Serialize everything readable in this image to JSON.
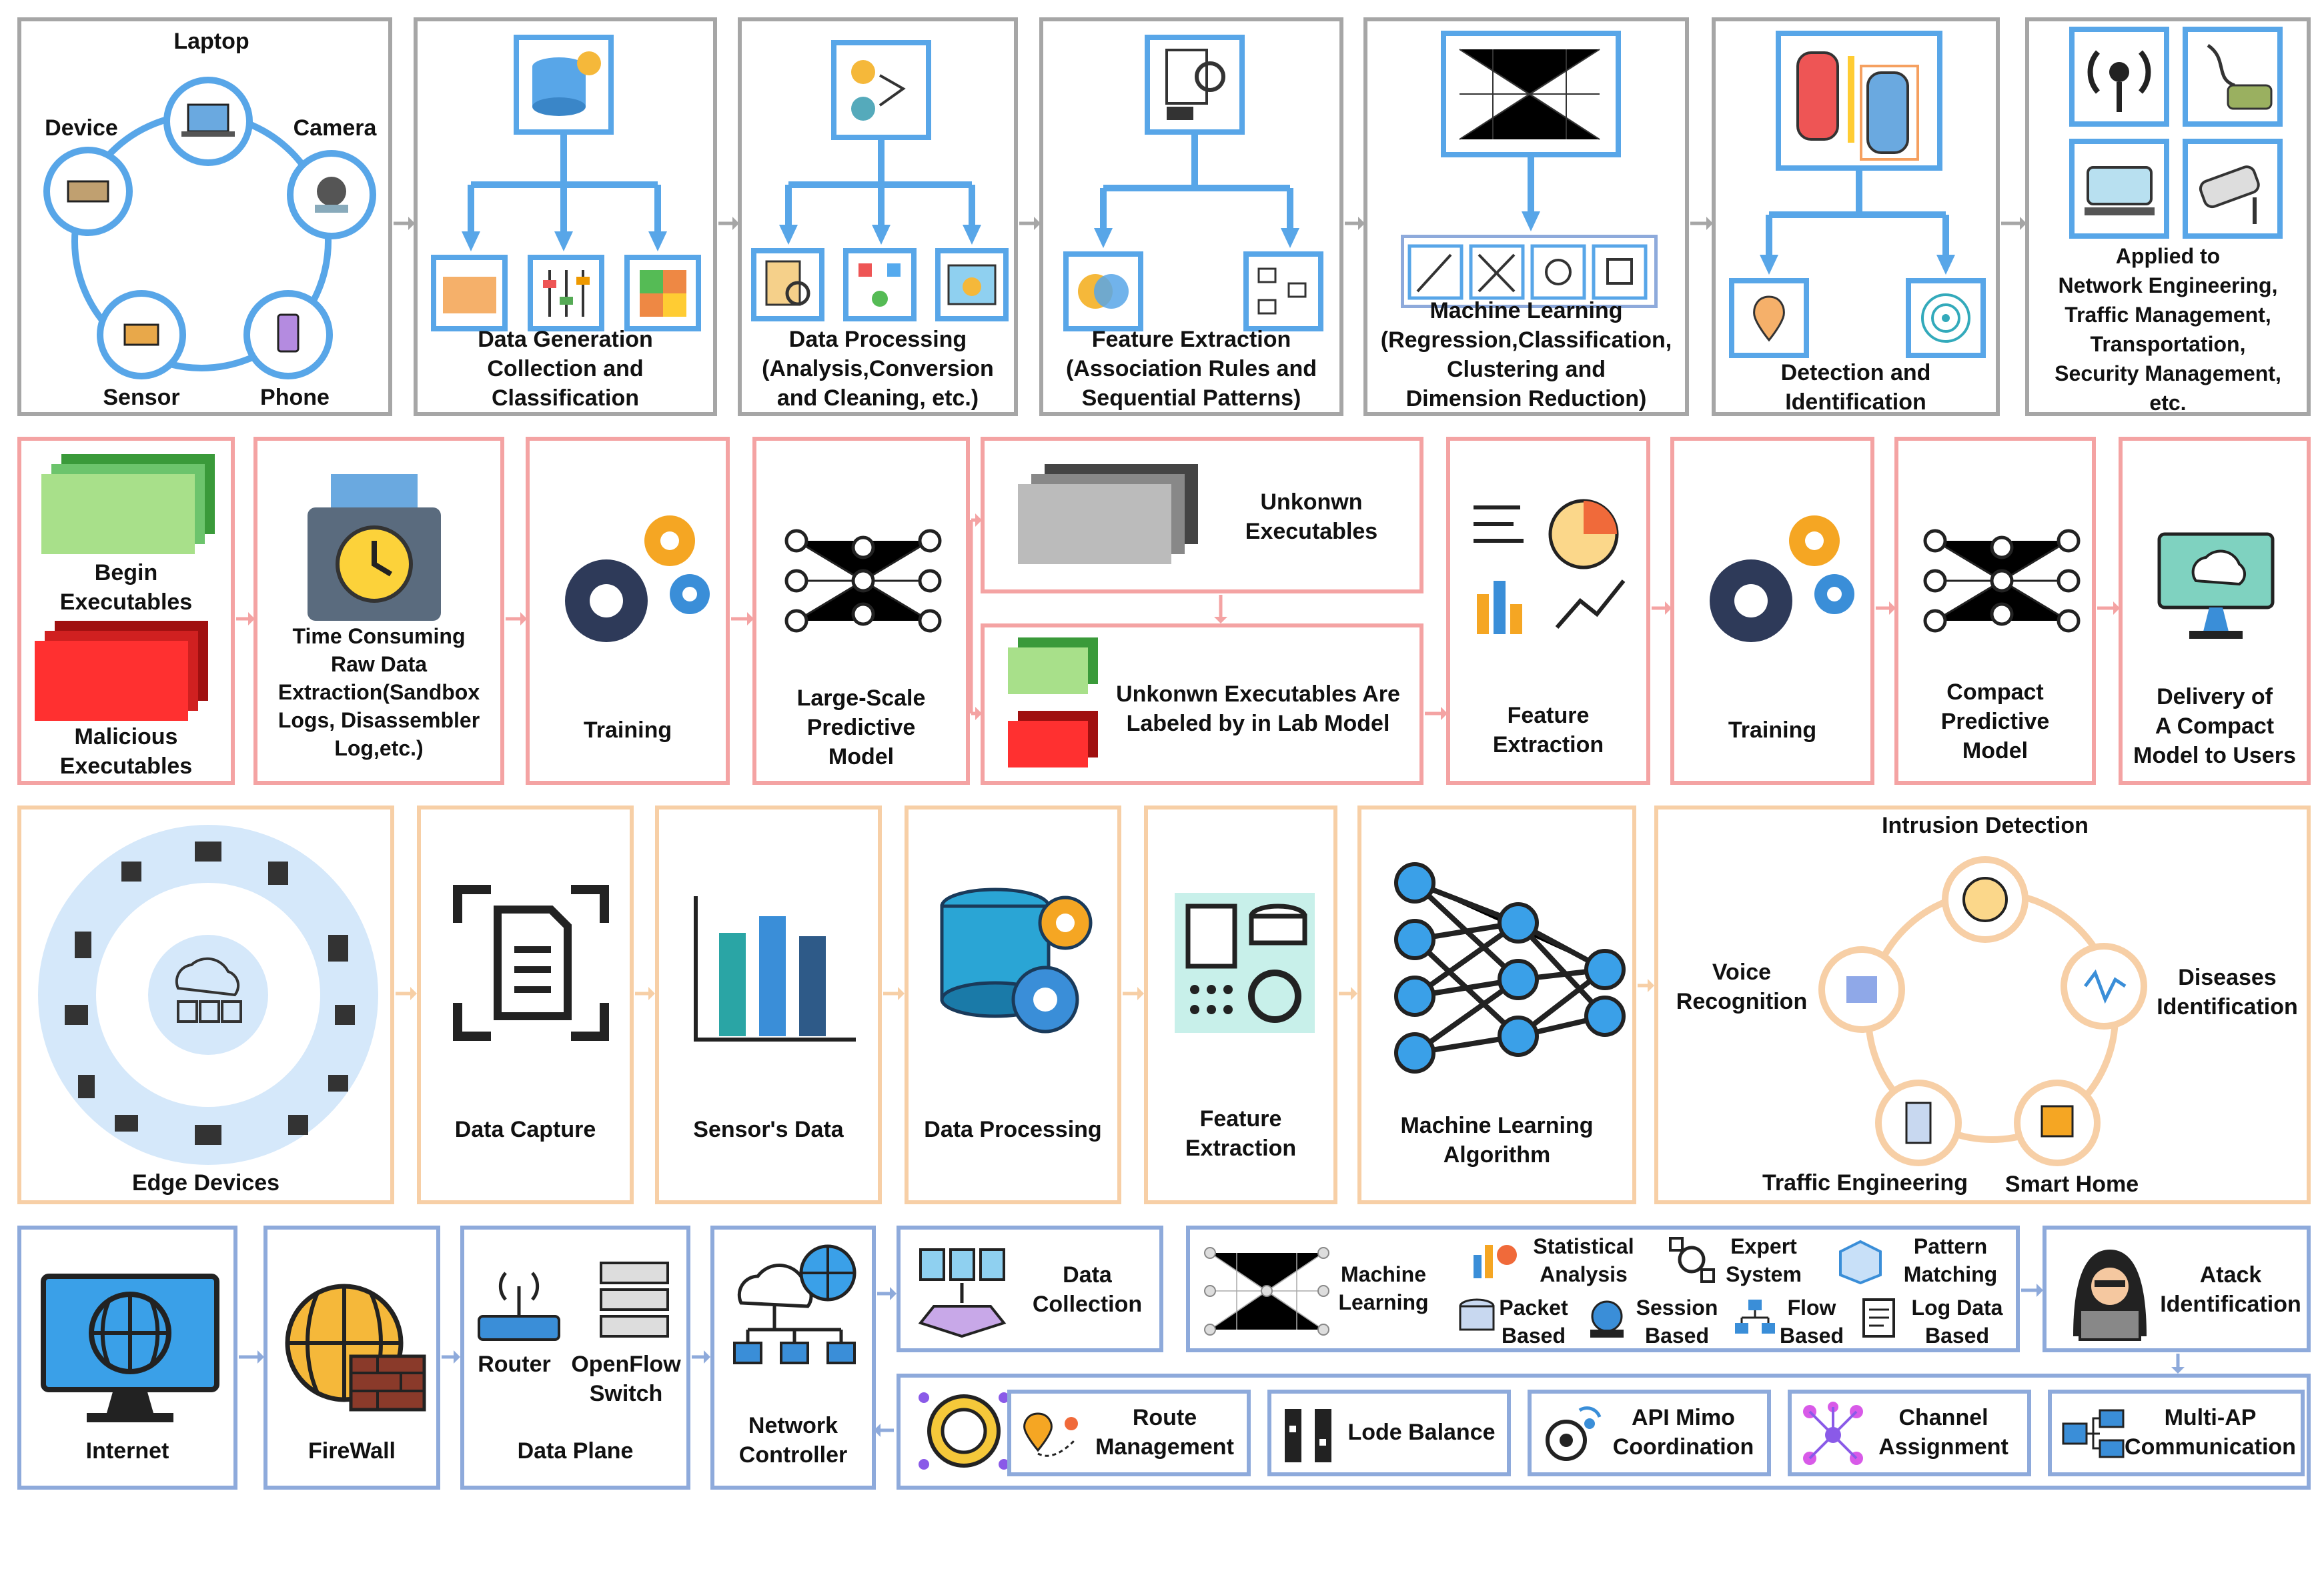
{
  "row1": {
    "devices": {
      "laptop": "Laptop",
      "device": "Device",
      "camera": "Camera",
      "sensor": "Sensor",
      "phone": "Phone"
    },
    "p2": "Data Generation\nCollection and\nClassification",
    "p3": "Data Processing\n(Analysis,Conversion\nand Cleaning, etc.)",
    "p4": "Feature Extraction\n(Association Rules and\nSequential Patterns)",
    "p5": "Machine Learning\n(Regression,Classification,\nClustering and\nDimension Reduction)",
    "p6": "Detection and\nIdentification",
    "p7": "Applied to\nNetwork Engineering,\nTraffic Management,\nTransportation,\nSecurity Management,\netc."
  },
  "row2": {
    "begin": "Begin\nExecutables",
    "malicious": "Malicious\nExecutables",
    "extraction": "Time Consuming\nRaw Data\nExtraction(Sandbox\nLogs, Disassembler\nLog,etc.)",
    "training1": "Training",
    "large": "Large-Scale\nPredictive\nModel",
    "unknown": "Unkonwn\nExecutables",
    "labeled": "Unkonwn Executables Are\nLabeled by in Lab Model",
    "feature": "Feature\nExtraction",
    "training2": "Training",
    "compact": "Compact\nPredictive\nModel",
    "delivery": "Delivery of\nA Compact\nModel to Users"
  },
  "row3": {
    "edge": "Edge Devices",
    "capture": "Data Capture",
    "sensor": "Sensor's Data",
    "processing": "Data Processing",
    "feature": "Feature\nExtraction",
    "ml": "Machine Learning\nAlgorithm",
    "apps": {
      "title": "Intrusion Detection",
      "voice": "Voice\nRecognition",
      "diseases": "Diseases\nIdentification",
      "traffic": "Traffic Engineering",
      "home": "Smart Home"
    }
  },
  "row4": {
    "internet": "Internet",
    "firewall": "FireWall",
    "router": "Router",
    "openflow": "OpenFlow\nSwitch",
    "dataplane": "Data Plane",
    "controller": "Network\nController",
    "collection": "Data\nCollection",
    "ml": "Machine\nLearning",
    "statistical": "Statistical\nAnalysis",
    "expert": "Expert\nSystem",
    "pattern": "Pattern\nMatching",
    "packet": "Packet\nBased",
    "session": "Session\nBased",
    "flow": "Flow\nBased",
    "log": "Log Data\nBased",
    "attack": "Atack\nIdentification",
    "route": "Route\nManagement",
    "lode": "Lode Balance",
    "api": "API Mimo\nCoordination",
    "channel": "Channel\nAssignment",
    "multiap": "Multi-AP\nCommunication"
  },
  "colors": {
    "row1": "#a6a6a6",
    "row2": "#f4a3a3",
    "row3": "#f7cfa6",
    "row4": "#8eaadb",
    "accent": "#58a6e8"
  }
}
